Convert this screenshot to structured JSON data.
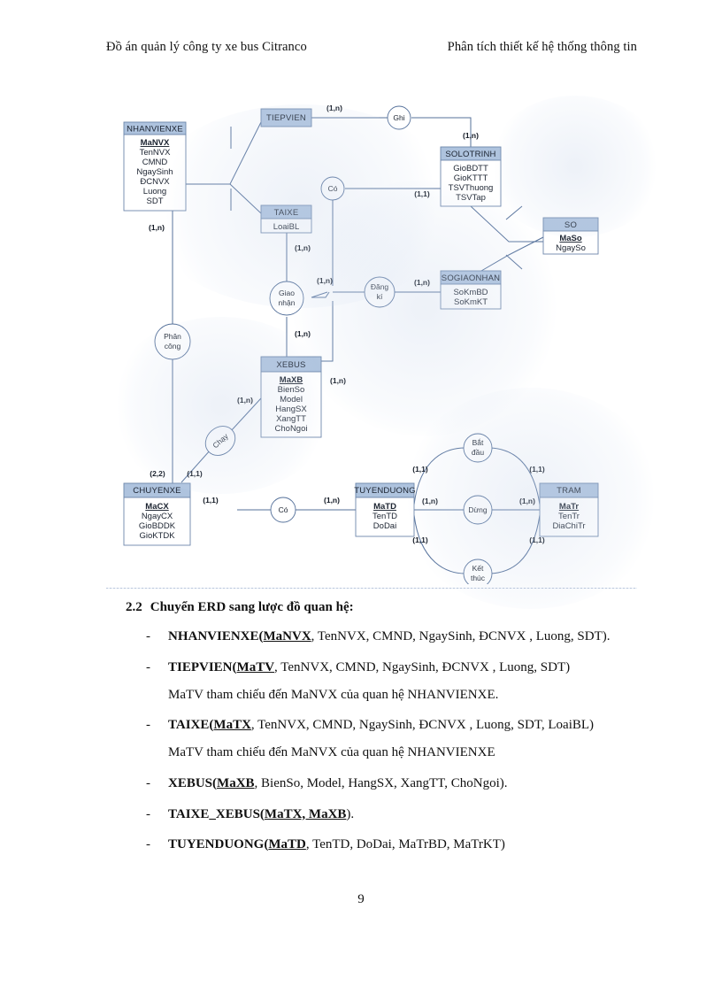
{
  "header": {
    "left": "Đồ án quản lý công ty xe bus Citranco",
    "right": "Phân tích thiết kế hệ thống thông tin"
  },
  "diagram": {
    "entities": {
      "nhanvienxe": {
        "title": "NHANVIENXE",
        "attrs": [
          "MaNVX",
          "TenNVX",
          "CMND",
          "NgaySinh",
          "ĐCNVX",
          "Luong",
          "SDT"
        ],
        "pk": "MaNVX"
      },
      "tiepvien": {
        "title": "TIEPVIEN",
        "attrs": [],
        "pk": ""
      },
      "taixe": {
        "title": "TAIXE",
        "attrs": [
          "LoaiBL"
        ],
        "pk": ""
      },
      "solotrinh": {
        "title": "SOLOTRINH",
        "attrs": [
          "GioBDTT",
          "GioKTTT",
          "TSVThuong",
          "TSVTap"
        ],
        "pk": ""
      },
      "so": {
        "title": "SO",
        "attrs": [
          "MaSo",
          "NgaySo"
        ],
        "pk": "MaSo"
      },
      "sogiaonhan": {
        "title": "SOGIAONHAN",
        "attrs": [
          "SoKmBD",
          "SoKmKT"
        ],
        "pk": ""
      },
      "xebus": {
        "title": "XEBUS",
        "attrs": [
          "MaXB",
          "BienSo",
          "Model",
          "HangSX",
          "XangTT",
          "ChoNgoi"
        ],
        "pk": "MaXB"
      },
      "chuyenxe": {
        "title": "CHUYENXE",
        "attrs": [
          "MaCX",
          "NgayCX",
          "GioBDDK",
          "GioKTDK"
        ],
        "pk": "MaCX"
      },
      "tuyenduong": {
        "title": "TUYENDUONG",
        "attrs": [
          "MaTD",
          "TenTD",
          "DoDai"
        ],
        "pk": "MaTD"
      },
      "tram": {
        "title": "TRAM",
        "attrs": [
          "MaTr",
          "TenTr",
          "DiaChiTr"
        ],
        "pk": "MaTr"
      }
    },
    "relationships": {
      "ghi": "Ghi",
      "co_top": "Có",
      "dangki_1": "Đăng",
      "dangki_2": "kí",
      "giao": "Giao",
      "nhan": "nhận",
      "phan": "Phân",
      "cong": "công",
      "chay": "Chạy",
      "co_bottom": "Có",
      "batdau_1": "Bắt",
      "batdau_2": "đầu",
      "dung": "Dừng",
      "ketthuc_1": "Kết",
      "ketthuc_2": "thúc"
    },
    "cardinalities": {
      "tiepvien_ghi": "(1,n)",
      "ghi_solotrinh": "(1,n)",
      "co_solotrinh": "(1,1)",
      "taixe_giao": "(1,n)",
      "giao_right": "(1,n)",
      "dangki_sogiaonhan": "(1,n)",
      "giao_xebus": "(1,n)",
      "xebus_dangki": "(1,n)",
      "nhanvienxe_phancong": "(1,n)",
      "xebus_chay": "(1,n)",
      "chay_chuyenxe": "(1,1)",
      "phancong_chuyenxe": "(2,2)",
      "chuyenxe_co": "(1,1)",
      "co_tuyenduong": "(1,n)",
      "td_batdau": "(1,1)",
      "batdau_tram": "(1,1)",
      "td_dung": "(1,n)",
      "dung_tram": "(1,n)",
      "td_ketthuc": "(1,1)",
      "ketthuc_tram": "(1,1)"
    },
    "colors": {
      "entity_header": "#aec3de",
      "entity_border": "#6d87ab",
      "link": "#54709a"
    }
  },
  "body": {
    "heading": {
      "number": "2.2",
      "text": "Chuyển ERD sang lược đồ quan hệ:"
    },
    "dash": "-",
    "items": [
      {
        "name": "NHANVIENXE",
        "open": "(",
        "pk": "MaNVX",
        "rest": ", TenNVX, CMND, NgaySinh, ĐCNVX , Luong, SDT).",
        "note": ""
      },
      {
        "name": "TIEPVIEN",
        "open": "(",
        "pk": "MaTV",
        "rest": ", TenNVX, CMND, NgaySinh, ĐCNVX , Luong, SDT)",
        "note": "MaTV tham chiếu đến MaNVX của quan hệ NHANVIENXE."
      },
      {
        "name": "TAIXE",
        "open": "(",
        "pk": "MaTX",
        "rest": ", TenNVX, CMND, NgaySinh, ĐCNVX , Luong, SDT, LoaiBL)",
        "note": "MaTV tham chiếu đến MaNVX của quan hệ NHANVIENXE"
      },
      {
        "name": "XEBUS",
        "open": "(",
        "pk": "MaXB",
        "rest": ", BienSo, Model, HangSX, XangTT, ChoNgoi).",
        "note": ""
      },
      {
        "name": "TAIXE_XEBUS",
        "open": "(",
        "pk": "MaTX, MaXB",
        "rest": ").",
        "note": ""
      },
      {
        "name": "TUYENDUONG",
        "open": "(",
        "pk": "MaTD",
        "rest": ", TenTD, DoDai, MaTrBD, MaTrKT)",
        "note": ""
      }
    ]
  },
  "page_number": "9"
}
